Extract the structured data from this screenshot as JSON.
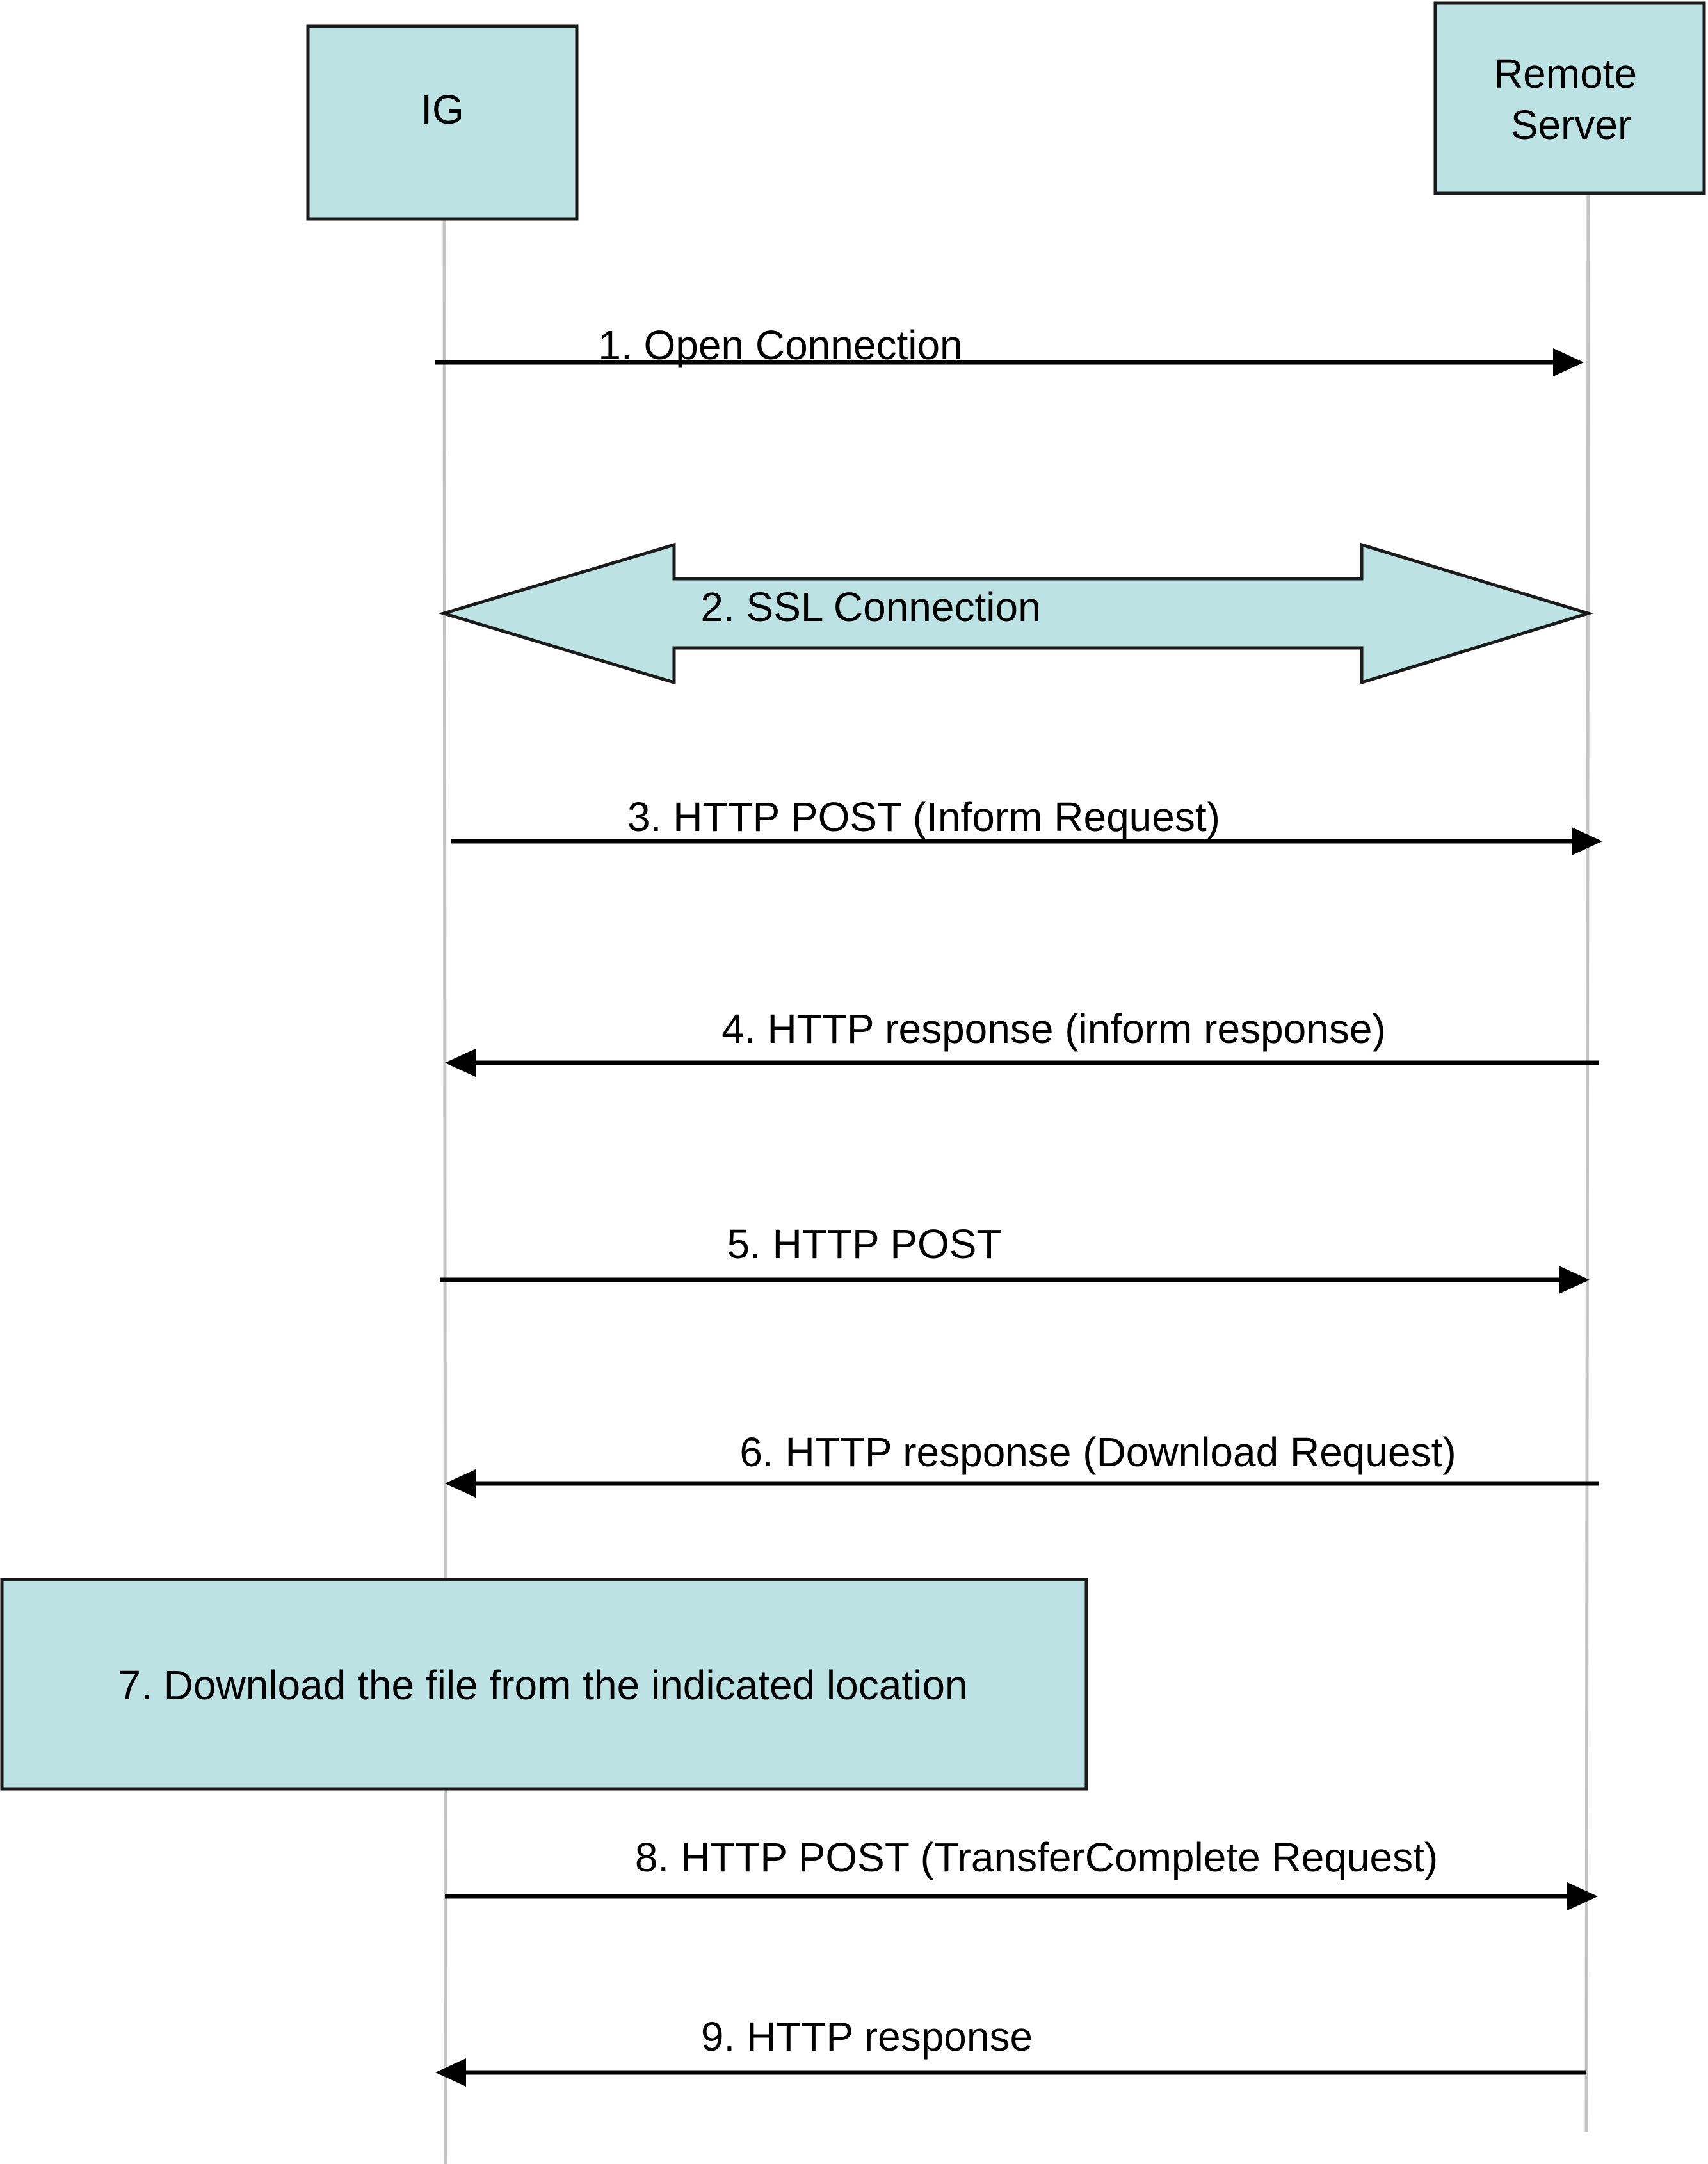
{
  "colors": {
    "box_fill": "#bde2e4",
    "box_stroke": "#1a1a1a",
    "lifeline": "#c4c4c4",
    "arrow": "#000000",
    "text": "#000000"
  },
  "participants": {
    "ig": {
      "label": "IG"
    },
    "remote_server": {
      "label_line1": "Remote",
      "label_line2": "Server"
    }
  },
  "messages": [
    {
      "label": "1. Open Connection",
      "direction": "right"
    },
    {
      "label": "2. SSL Connection",
      "direction": "both"
    },
    {
      "label": "3. HTTP POST (Inform Request)",
      "direction": "right"
    },
    {
      "label": "4. HTTP response (inform response)",
      "direction": "left"
    },
    {
      "label": "5. HTTP POST",
      "direction": "right"
    },
    {
      "label": "6. HTTP response (Download Request)",
      "direction": "left"
    },
    {
      "label": "7. Download the file from the indicated location",
      "direction": "none"
    },
    {
      "label": "8. HTTP POST (TransferComplete Request)",
      "direction": "right"
    },
    {
      "label": "9. HTTP response",
      "direction": "left"
    }
  ]
}
